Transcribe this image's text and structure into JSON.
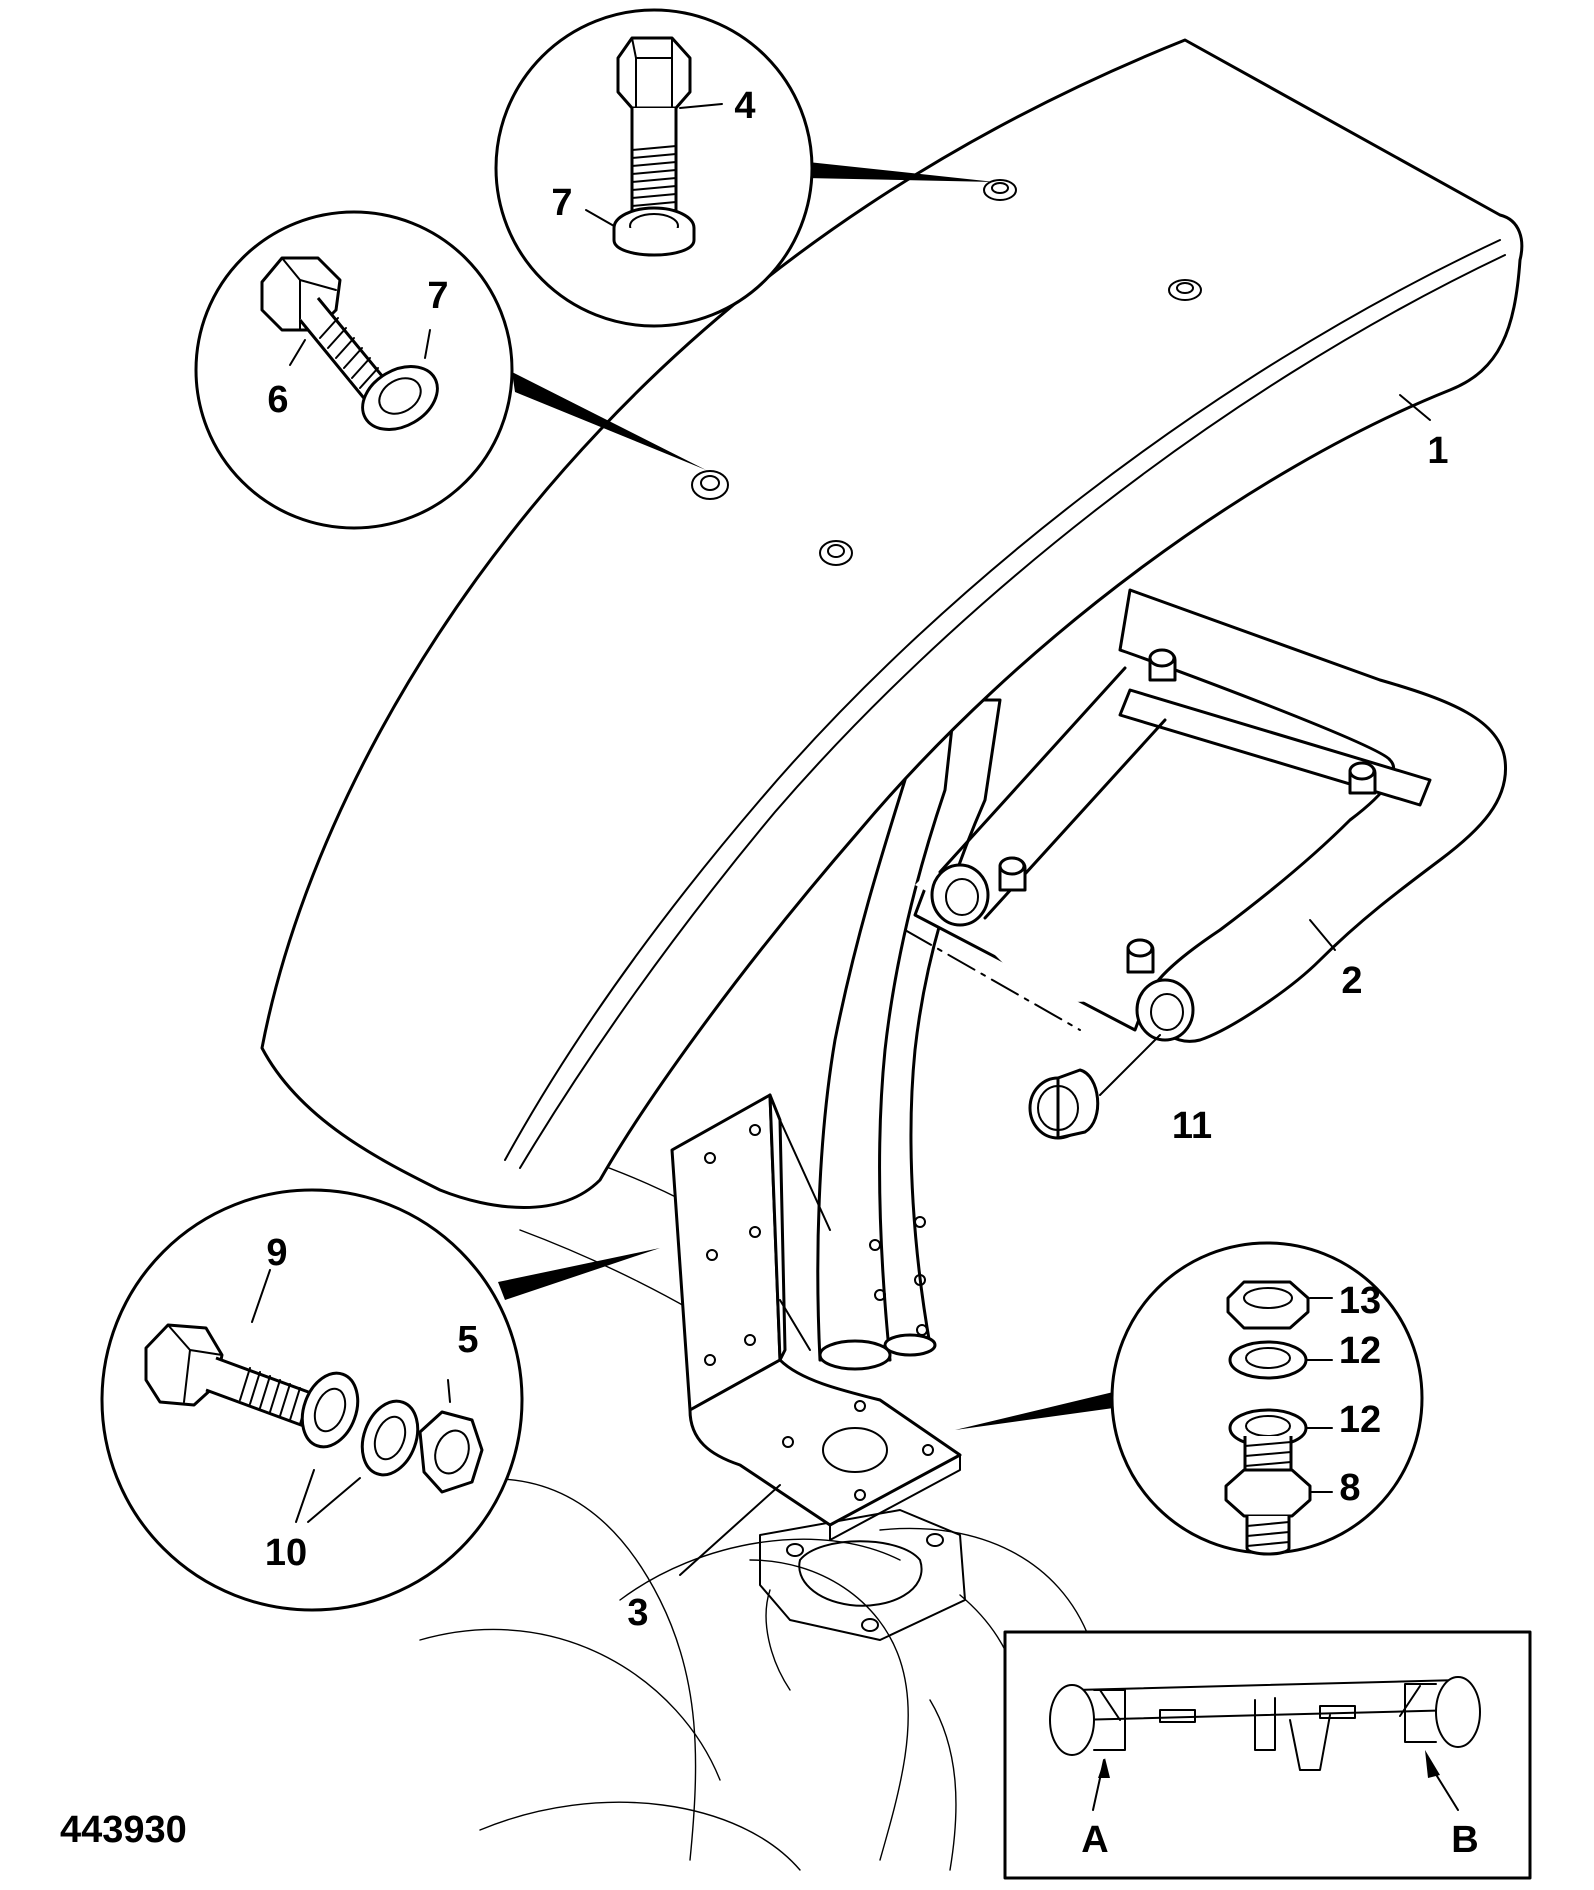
{
  "figure_number": "443930",
  "callouts": {
    "c1": "1",
    "c2": "2",
    "c3": "3",
    "c4": "4",
    "c5": "5",
    "c6": "6",
    "c7a": "7",
    "c7b": "7",
    "c8": "8",
    "c9": "9",
    "c10": "10",
    "c11": "11",
    "c12a": "12",
    "c12b": "12",
    "c13": "13"
  },
  "inset": {
    "label_a": "A",
    "label_b": "B"
  }
}
